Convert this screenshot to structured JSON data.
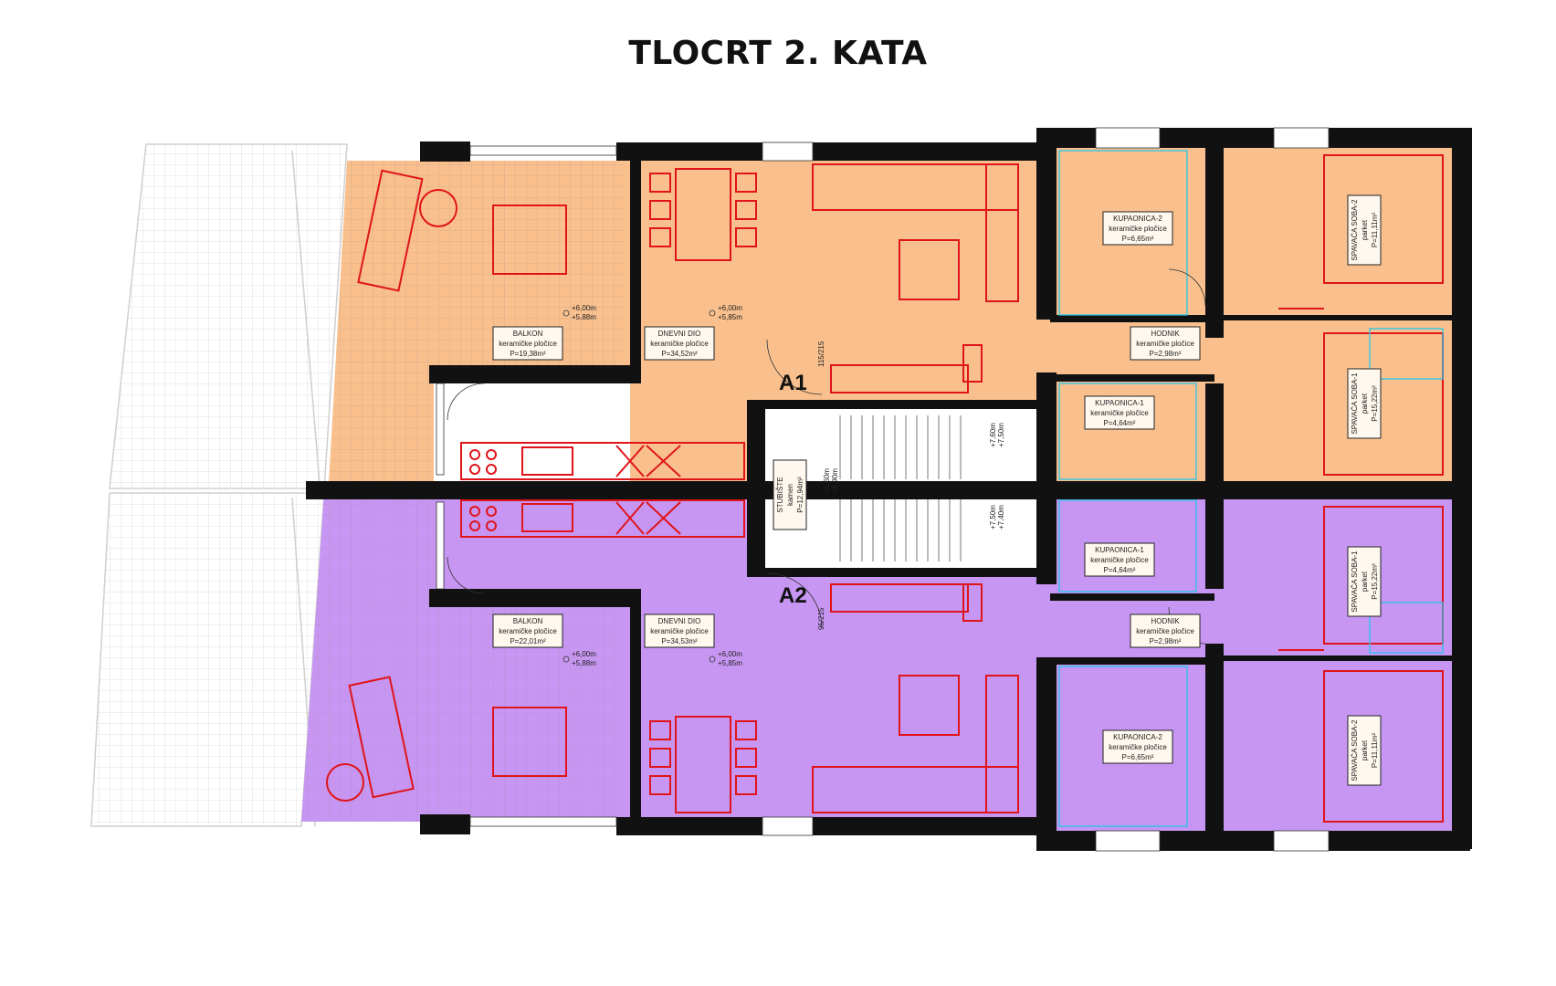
{
  "title": "TLOCRT 2. KATA",
  "colors": {
    "apartment_a1": "#f9c08d",
    "apartment_a2": "#c796f2",
    "walls": "#111111",
    "furniture": "#e0141a",
    "fixtures": "#23c6e8"
  },
  "apartments": {
    "a1": "A1",
    "a2": "A2"
  },
  "rooms": {
    "a1_balkon": {
      "name": "BALKON",
      "floor": "keramičke pločice",
      "area": "P=19,38m²"
    },
    "a1_dnevni": {
      "name": "DNEVNI DIO",
      "floor": "keramičke pločice",
      "area": "P=34,52m²"
    },
    "a1_hodnik": {
      "name": "HODNIK",
      "floor": "keramičke pločice",
      "area": "P=2,98m²"
    },
    "a1_kup2": {
      "name": "KUPAONICA-2",
      "floor": "keramičke pločice",
      "area": "P=6,65m²"
    },
    "a1_kup1": {
      "name": "KUPAONICA-1",
      "floor": "keramičke pločice",
      "area": "P=4,64m²"
    },
    "a1_soba2": {
      "name": "SPAVAĆA SOBA-2",
      "floor": "parket",
      "area": "P=11,11m²"
    },
    "a1_soba1": {
      "name": "SPAVAĆA SOBA-1",
      "floor": "parket",
      "area": "P=15,22m²"
    },
    "stubiste": {
      "name": "STUBIŠTE",
      "floor": "kamen",
      "area": "P=12,94m²"
    },
    "a2_balkon": {
      "name": "BALKON",
      "floor": "keramičke pločice",
      "area": "P=22,01m²"
    },
    "a2_dnevni": {
      "name": "DNEVNI DIO",
      "floor": "keramičke pločice",
      "area": "P=34,53m²"
    },
    "a2_hodnik": {
      "name": "HODNIK",
      "floor": "keramičke pločice",
      "area": "P=2,98m²"
    },
    "a2_kup1": {
      "name": "KUPAONICA-1",
      "floor": "keramičke pločice",
      "area": "P=4,64m²"
    },
    "a2_kup2": {
      "name": "KUPAONICA-2",
      "floor": "keramičke pločice",
      "area": "P=6,65m²"
    },
    "a2_soba1": {
      "name": "SPAVAĆA SOBA-1",
      "floor": "parket",
      "area": "P=15,22m²"
    },
    "a2_soba2": {
      "name": "SPAVAĆA SOBA-2",
      "floor": "parket",
      "area": "P=11,11m²"
    }
  },
  "levels": {
    "a1_balkon": [
      "+6,00m",
      "+5,88m"
    ],
    "a1_dnevni": [
      "+6,00m",
      "+5,85m"
    ],
    "a2_balkon": [
      "+6,00m",
      "+5,88m"
    ],
    "a2_dnevni": [
      "+6,00m",
      "+5,85m"
    ],
    "stair_1": [
      "+6,60m",
      "+5,90m"
    ],
    "stair_2": [
      "+7,50m",
      "+7,40m"
    ],
    "stair_3": [
      "+7,60m",
      "+7,50m"
    ]
  },
  "door_marks": {
    "a1": "115/215",
    "a2": "95/215"
  }
}
